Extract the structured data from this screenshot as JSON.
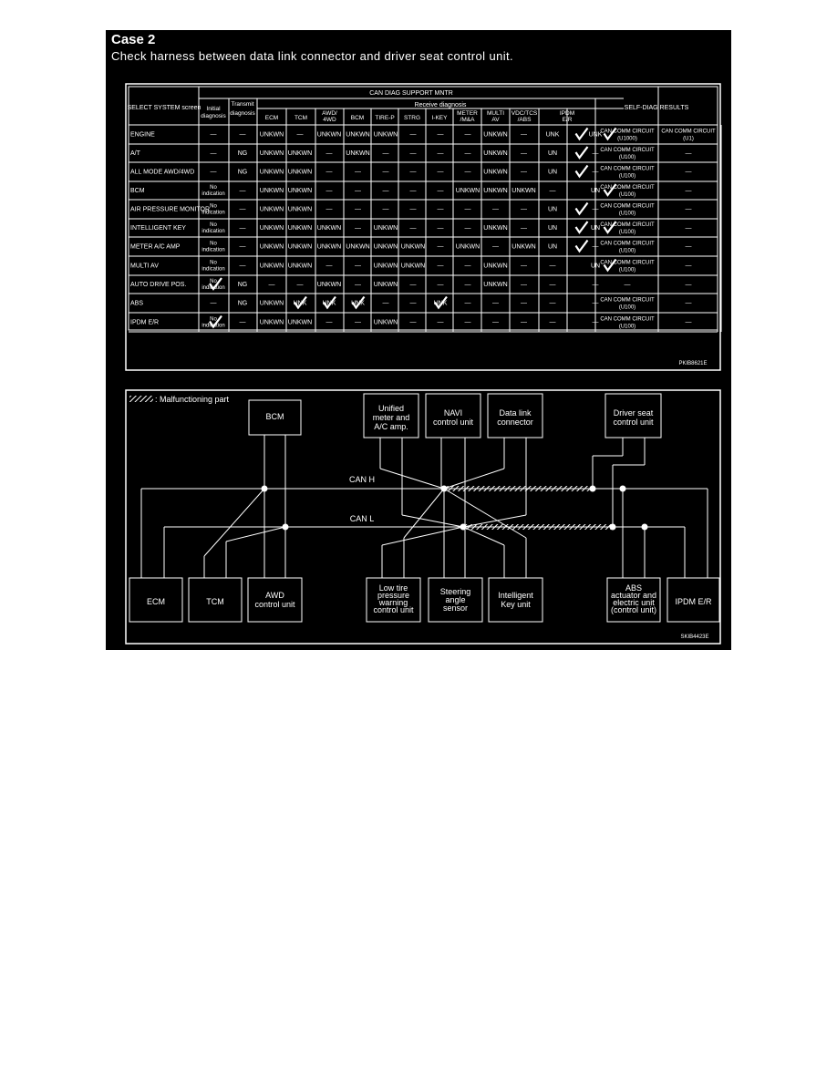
{
  "case": {
    "title": "Case 2",
    "description": "Check harness between data link connector and driver seat control unit."
  },
  "table": {
    "monitor_header": "CAN DIAG SUPPORT MNTR",
    "select_system_header": "SELECT SYSTEM screen",
    "initial_diag_header": [
      "Initial",
      "diagnosis"
    ],
    "transmit_diag_header": [
      "Transmit",
      "diagnosis"
    ],
    "receive_diag_header": "Receive diagnosis",
    "self_diag_header": "SELF-DIAG RESULTS",
    "receive_columns": [
      [
        "ECM"
      ],
      [
        "TCM"
      ],
      [
        "AWD/",
        "4WD"
      ],
      [
        "BCM"
      ],
      [
        "TIRE-P"
      ],
      [
        "STRG"
      ],
      [
        "I-KEY"
      ],
      [
        "METER",
        "/M&A"
      ],
      [
        "MULTI",
        "AV"
      ],
      [
        "VDC/TCS",
        "/ABS"
      ],
      [
        "IPDM",
        "E/R"
      ]
    ],
    "rows": [
      {
        "label": "ENGINE",
        "select": "—",
        "initial": "—",
        "transmit": "UNKWN",
        "receive": [
          "—",
          "UNKWN",
          "UNKWN",
          "UNKWN",
          "—",
          "—",
          "—",
          "UNKWN",
          "—",
          "UNK",
          "UNK"
        ],
        "self1": [
          "CAN COMM CIRCUIT",
          "(U1000)"
        ],
        "self2": [
          "CAN COMM CIRCUIT",
          "(U1)"
        ]
      },
      {
        "label": "A/T",
        "select": "—",
        "initial": "NG",
        "transmit": "UNKWN",
        "receive": [
          "UNKWN",
          "—",
          "UNKWN",
          "—",
          "—",
          "—",
          "—",
          "UNKWN",
          "—",
          "UN",
          "—"
        ],
        "self1": [
          "CAN COMM CIRCUIT",
          "(U100)"
        ],
        "self2": [
          "—"
        ]
      },
      {
        "label": "ALL MODE AWD/4WD",
        "select": "—",
        "initial": "NG",
        "transmit": "UNKWN",
        "receive": [
          "UNKWN",
          "—",
          "—",
          "—",
          "—",
          "—",
          "—",
          "UNKWN",
          "—",
          "UN",
          "—"
        ],
        "self1": [
          "CAN COMM CIRCUIT",
          "(U100)"
        ],
        "self2": [
          "—"
        ]
      },
      {
        "label": "BCM",
        "select": "No indication",
        "initial": "—",
        "transmit": "UNKWN",
        "receive": [
          "UNKWN",
          "—",
          "—",
          "—",
          "—",
          "—",
          "UNKWN",
          "UNKWN",
          "UNKWN",
          "—",
          "UN"
        ],
        "self1": [
          "CAN COMM CIRCUIT",
          "(U100)"
        ],
        "self2": [
          "—"
        ]
      },
      {
        "label": "AIR PRESSURE MONITOR",
        "select": "No indication",
        "initial": "—",
        "transmit": "UNKWN",
        "receive": [
          "UNKWN",
          "—",
          "—",
          "—",
          "—",
          "—",
          "—",
          "—",
          "—",
          "UN",
          "—"
        ],
        "self1": [
          "CAN COMM CIRCUIT",
          "(U100)"
        ],
        "self2": [
          "—"
        ]
      },
      {
        "label": "INTELLIGENT KEY",
        "select": "No indication",
        "initial": "—",
        "transmit": "UNKWN",
        "receive": [
          "UNKWN",
          "UNKWN",
          "—",
          "UNKWN",
          "—",
          "—",
          "—",
          "UNKWN",
          "—",
          "UN",
          "UN"
        ],
        "self1": [
          "CAN COMM CIRCUIT",
          "(U100)"
        ],
        "self2": [
          "—"
        ]
      },
      {
        "label": "METER A/C AMP",
        "select": "No indication",
        "initial": "—",
        "transmit": "UNKWN",
        "receive": [
          "UNKWN",
          "UNKWN",
          "UNKWN",
          "UNKWN",
          "UNKWN",
          "—",
          "UNKWN",
          "—",
          "UNKWN",
          "UN",
          "—"
        ],
        "self1": [
          "CAN COMM CIRCUIT",
          "(U100)"
        ],
        "self2": [
          "—"
        ]
      },
      {
        "label": "MULTI AV",
        "select": "No indication",
        "initial": "—",
        "transmit": "UNKWN",
        "receive": [
          "UNKWN",
          "—",
          "—",
          "UNKWN",
          "UNKWN",
          "—",
          "—",
          "UNKWN",
          "—",
          "—",
          "UN"
        ],
        "self1": [
          "CAN COMM CIRCUIT",
          "(U100)"
        ],
        "self2": [
          "—"
        ]
      },
      {
        "label": "AUTO DRIVE POS.",
        "select": "No indication",
        "initial": "NG",
        "transmit": "—",
        "receive": [
          "—",
          "UNKWN",
          "—",
          "UNKWN",
          "—",
          "—",
          "—",
          "UNKWN",
          "—",
          "—",
          "—"
        ],
        "self1": [
          "—"
        ],
        "self2": [
          "—"
        ]
      },
      {
        "label": "ABS",
        "select": "—",
        "initial": "NG",
        "transmit": "UNKWN",
        "receive": [
          "UNK",
          "UNK",
          "UNK",
          "—",
          "—",
          "UNK",
          "—",
          "—",
          "—",
          "—",
          "—"
        ],
        "self1": [
          "CAN COMM CIRCUIT",
          "(U100)"
        ],
        "self2": [
          "—"
        ]
      },
      {
        "label": "IPDM E/R",
        "select": "No indication",
        "initial": "—",
        "transmit": "UNKWN",
        "receive": [
          "UNKWN",
          "—",
          "—",
          "UNKWN",
          "—",
          "—",
          "—",
          "—",
          "—",
          "—",
          "—"
        ],
        "self1": [
          "CAN COMM CIRCUIT",
          "(U100)"
        ],
        "self2": [
          "—"
        ]
      }
    ],
    "code": "PKIB8621E"
  },
  "diagram": {
    "legend": ": Malfunctioning part",
    "can_h": "CAN H",
    "can_l": "CAN L",
    "code": "SKIB4423E",
    "units": {
      "bcm": [
        "BCM"
      ],
      "meter": [
        "Unified",
        "meter and",
        "A/C amp."
      ],
      "navi": [
        "NAVI",
        "control unit"
      ],
      "dlc": [
        "Data link",
        "connector"
      ],
      "driver_seat": [
        "Driver seat",
        "control unit"
      ],
      "ecm": [
        "ECM"
      ],
      "tcm": [
        "TCM"
      ],
      "awd": [
        "AWD",
        "control unit"
      ],
      "tire": [
        "Low tire",
        "pressure",
        "warning",
        "control unit"
      ],
      "steering": [
        "Steering",
        "angle",
        "sensor"
      ],
      "ikey": [
        "Intelligent",
        "Key unit"
      ],
      "abs": [
        "ABS",
        "actuator and",
        "electric unit",
        "(control unit)"
      ],
      "ipdm": [
        "IPDM E/R"
      ]
    }
  }
}
